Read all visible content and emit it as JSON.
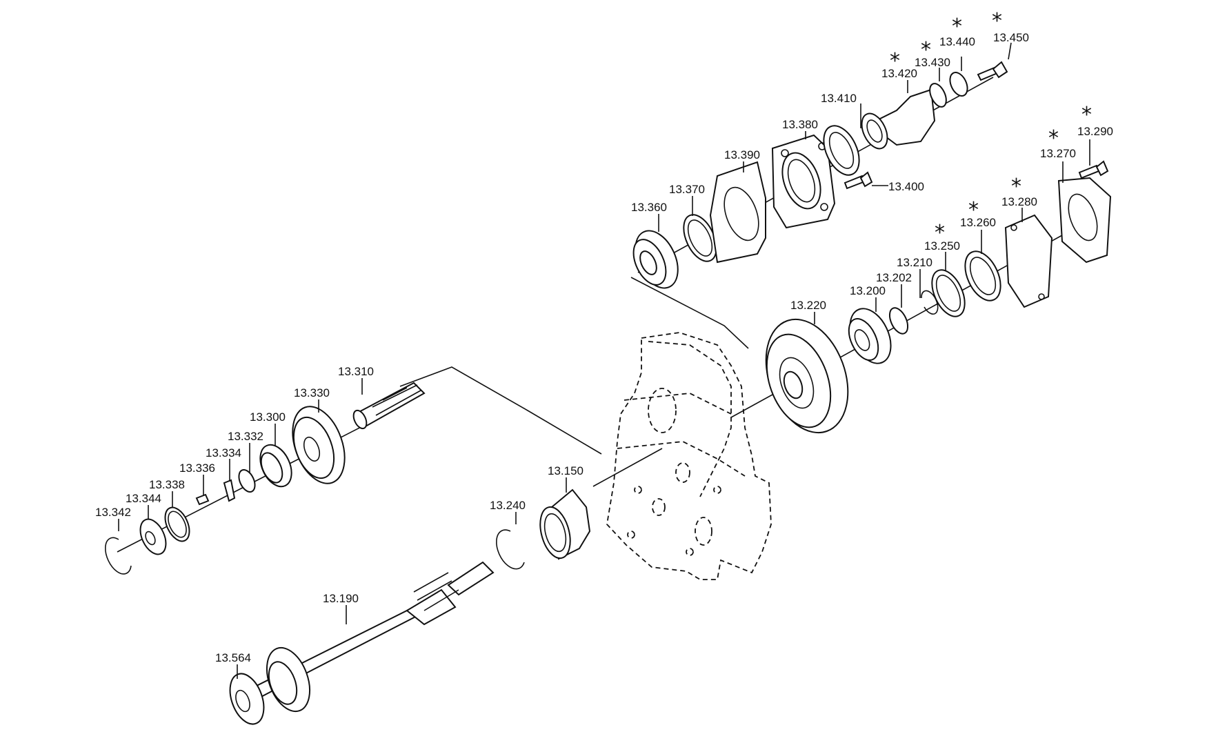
{
  "diagram": {
    "labels": {
      "p13_450": "13.450",
      "p13_440": "13.440",
      "p13_430": "13.430",
      "p13_420": "13.420",
      "p13_410": "13.410",
      "p13_400": "13.400",
      "p13_390": "13.390",
      "p13_380": "13.380",
      "p13_370": "13.370",
      "p13_360": "13.360",
      "p13_290": "13.290",
      "p13_280": "13.280",
      "p13_270": "13.270",
      "p13_260": "13.260",
      "p13_250": "13.250",
      "p13_220": "13.220",
      "p13_210": "13.210",
      "p13_202": "13.202",
      "p13_200": "13.200",
      "p13_310": "13.310",
      "p13_330": "13.330",
      "p13_300": "13.300",
      "p13_332": "13.332",
      "p13_334": "13.334",
      "p13_336": "13.336",
      "p13_338": "13.338",
      "p13_344": "13.344",
      "p13_342": "13.342",
      "p13_150": "13.150",
      "p13_240": "13.240",
      "p13_190": "13.190",
      "p13_564": "13.564"
    },
    "asterisk": "*",
    "starred_parts": [
      "13.450",
      "13.440",
      "13.430",
      "13.420",
      "13.290",
      "13.270",
      "13.280",
      "13.260",
      "13.250"
    ]
  }
}
